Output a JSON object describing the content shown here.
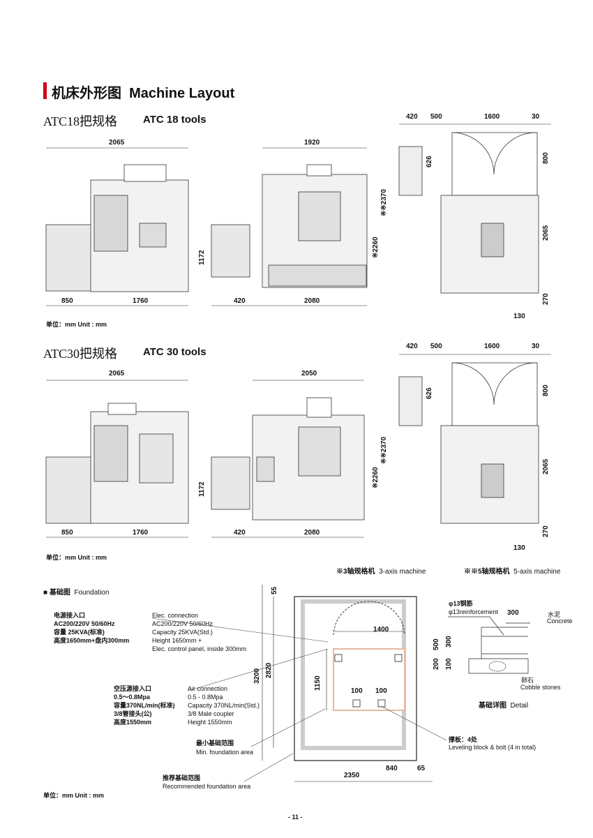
{
  "title": {
    "cn": "机床外形图",
    "en": "Machine Layout",
    "accent": "#d0021b"
  },
  "atc18": {
    "cn": "ATC18把规格",
    "en": "ATC 18 tools",
    "dims": {
      "front_w": "2065",
      "front_l": "850",
      "front_r": "1760",
      "h1172": "1172",
      "side_w": "1920",
      "side_l": "420",
      "side_r": "2080",
      "h2260": "※2260",
      "h2370": "※※2370",
      "top": [
        "420",
        "500",
        "1600",
        "30"
      ],
      "h626": "626",
      "h800": "800",
      "h2065": "2065",
      "h270": "270",
      "b130": "130"
    },
    "unit": "单位：mm  Unit : mm"
  },
  "atc30": {
    "cn": "ATC30把规格",
    "en": "ATC 30 tools",
    "dims": {
      "front_w": "2065",
      "front_l": "850",
      "front_r": "1760",
      "h1172": "1172",
      "side_w": "2050",
      "side_l": "420",
      "side_r": "2080",
      "h2260": "※2260",
      "h2370": "※※2370",
      "top": [
        "420",
        "500",
        "1600",
        "30"
      ],
      "h626": "626",
      "h800": "800",
      "h2065": "2065",
      "h270": "270",
      "b130": "130"
    },
    "unit": "单位：mm  Unit : mm"
  },
  "legend": {
    "a3cn": "※3轴规格机",
    "a3en": "3-axis machine",
    "a5cn": "※※5轴规格机",
    "a5en": "5-axis machine"
  },
  "foundation": {
    "title_cn": "基础图",
    "title_en": "Foundation",
    "elec": {
      "cn": [
        "电源接入口",
        "AC200/220V 50/60Hz",
        "容量 25KVA(标准)",
        "高度1650mm+盘内300mm"
      ],
      "en": [
        "Elec. connection",
        "AC200/220V 50/60Hz",
        "Capacity 25KVA(Std.)",
        "Height 1650mm +",
        "Elec. control panel, inside 300mm"
      ]
    },
    "air": {
      "cn": [
        "空压源接入口",
        "0.5～0.8Mpa",
        "容量370NL/min(标准)",
        "3/8管接头(公)",
        "高度1550mm"
      ],
      "en": [
        "Air connection",
        "0.5 - 0.8Mpa",
        "Capacity 370NL/min(Std.)",
        "3/8 Male coupler",
        "Height 1550mm"
      ]
    },
    "min_cn": "最小基础范围",
    "min_en": "Min. foundation area",
    "rec_cn": "推荐基础范围",
    "rec_en": "Recommended foundation area",
    "dims": {
      "d55": "55",
      "d3200": "3200",
      "d2820": "2820",
      "d1400": "1400",
      "d1150": "1150",
      "d100a": "100",
      "d100b": "100",
      "d2350": "2350",
      "d840": "840",
      "d65": "65"
    },
    "level_cn": "撑板：4处",
    "level_en": "Leveling block & bolt (4 in total)",
    "detail": {
      "rebar_cn": "φ13钢筋",
      "rebar_en": "φ13reinforcement",
      "concrete_cn": "水泥",
      "concrete_en": "Concrete",
      "cobble_cn": "卵石",
      "cobble_en": "Cobble stones",
      "d300": "300",
      "d500": "500",
      "d300v": "300",
      "d200": "200",
      "d100": "100",
      "title_cn": "基础详图",
      "title_en": "Detail"
    },
    "unit": "单位：mm  Unit : mm"
  },
  "page_number": "- 11 -"
}
